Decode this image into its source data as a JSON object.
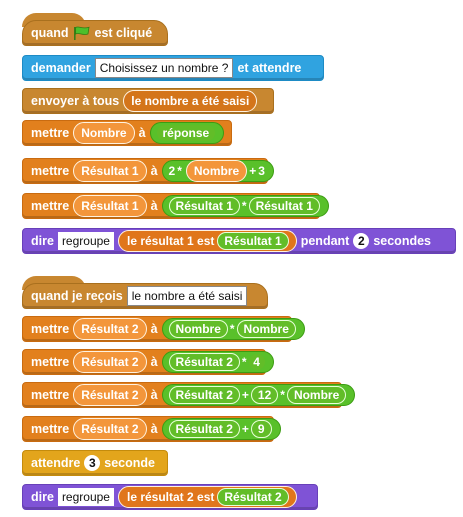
{
  "script1": {
    "hat": {
      "when": "quand",
      "flag_icon": "green-flag-icon",
      "clicked": "est cliqué"
    },
    "ask": {
      "label": "demander",
      "question": "Choisissez un nombre ?",
      "wait": "et attendre"
    },
    "broadcast": {
      "label": "envoyer à tous",
      "message": "le nombre a été saisi"
    },
    "set1": {
      "label": "mettre",
      "var": "Nombre",
      "to": "à",
      "value": "réponse"
    },
    "set2": {
      "label": "mettre",
      "var": "Résultat 1",
      "to": "à",
      "a": "2",
      "op1": "*",
      "b": "Nombre",
      "op2": "+",
      "c": "3"
    },
    "set3": {
      "label": "mettre",
      "var": "Résultat 1",
      "to": "à",
      "a": "Résultat 1",
      "op": "*",
      "b": "Résultat 1"
    },
    "say": {
      "label": "dire",
      "join": "regroupe",
      "text": "le résultat 1 est",
      "var": "Résultat 1",
      "for": "pendant",
      "secs": "2",
      "unit": "secondes"
    }
  },
  "script2": {
    "hat": {
      "when": "quand je reçois",
      "message": "le nombre a été saisi"
    },
    "set1": {
      "label": "mettre",
      "var": "Résultat 2",
      "to": "à",
      "a": "Nombre",
      "op": "*",
      "b": "Nombre"
    },
    "set2": {
      "label": "mettre",
      "var": "Résultat 2",
      "to": "à",
      "a": "Résultat 2",
      "op": "*",
      "b": "4"
    },
    "set3": {
      "label": "mettre",
      "var": "Résultat 2",
      "to": "à",
      "a": "Résultat 2",
      "op1": "+",
      "b": "12",
      "op2": "*",
      "c": "Nombre"
    },
    "set4": {
      "label": "mettre",
      "var": "Résultat 2",
      "to": "à",
      "a": "Résultat 2",
      "op": "+",
      "b": "9"
    },
    "wait": {
      "label": "attendre",
      "secs": "3",
      "unit": "seconde"
    },
    "say": {
      "label": "dire",
      "join": "regroupe",
      "text": "le résultat 2 est",
      "var": "Résultat 2"
    }
  },
  "colors": {
    "control": "#e2801d",
    "sensing": "#30a3e0",
    "events": "#c88730",
    "looks": "#7f53d6",
    "operators": "#59c02a"
  }
}
